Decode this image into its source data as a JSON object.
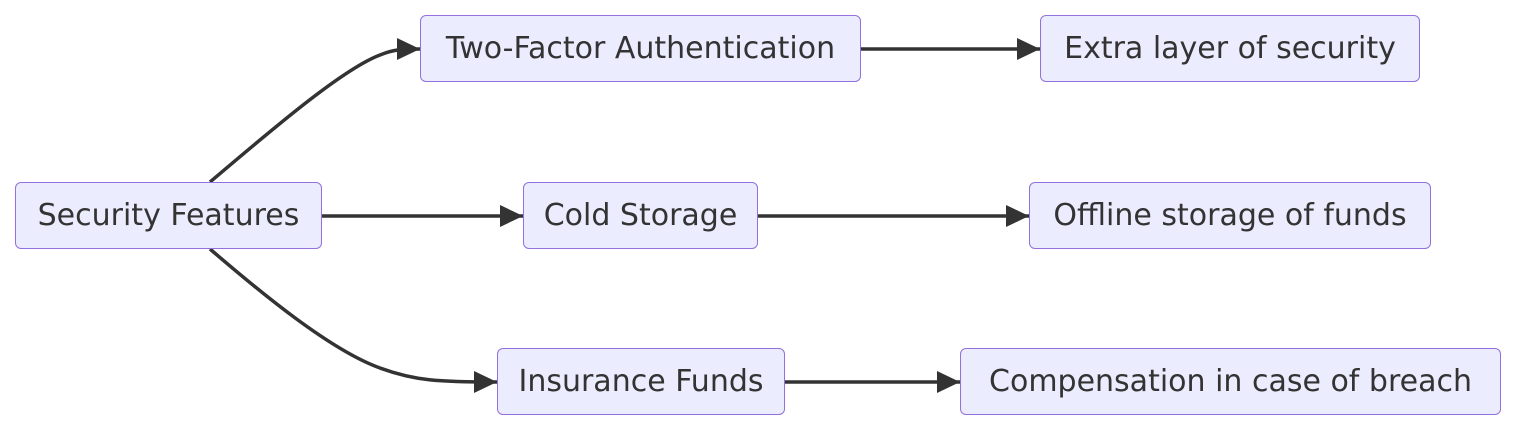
{
  "diagram": {
    "type": "flowchart",
    "direction": "left-to-right",
    "colors": {
      "node_fill": "#ECECFF",
      "node_border": "#9370DB",
      "edge": "#333333",
      "text": "#333333"
    },
    "nodes": {
      "root": "Security Features",
      "two_factor": "Two-Factor Authentication",
      "cold_storage": "Cold Storage",
      "insurance": "Insurance Funds",
      "extra_layer": "Extra layer of security",
      "offline_storage": "Offline storage of funds",
      "compensation": "Compensation in case of breach"
    },
    "edges": [
      {
        "from": "root",
        "to": "two_factor"
      },
      {
        "from": "root",
        "to": "cold_storage"
      },
      {
        "from": "root",
        "to": "insurance"
      },
      {
        "from": "two_factor",
        "to": "extra_layer"
      },
      {
        "from": "cold_storage",
        "to": "offline_storage"
      },
      {
        "from": "insurance",
        "to": "compensation"
      }
    ]
  }
}
